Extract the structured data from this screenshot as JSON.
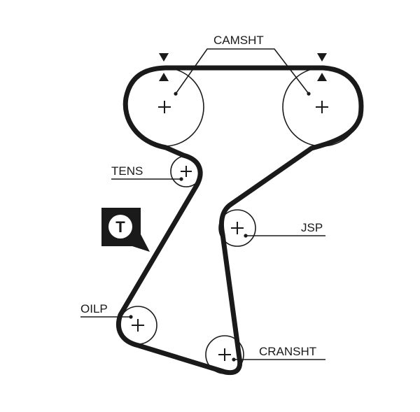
{
  "labels": {
    "camshaft": "CAMSHT",
    "tensioner": "TENS",
    "jackshaft": "JSP",
    "oil_pump": "OILP",
    "crankshaft": "CRANSHT"
  },
  "badge": {
    "letter": "T",
    "icon": "tensioner-tool-badge-icon"
  },
  "colors": {
    "stroke": "#1a1a1a",
    "background": "#ffffff"
  }
}
